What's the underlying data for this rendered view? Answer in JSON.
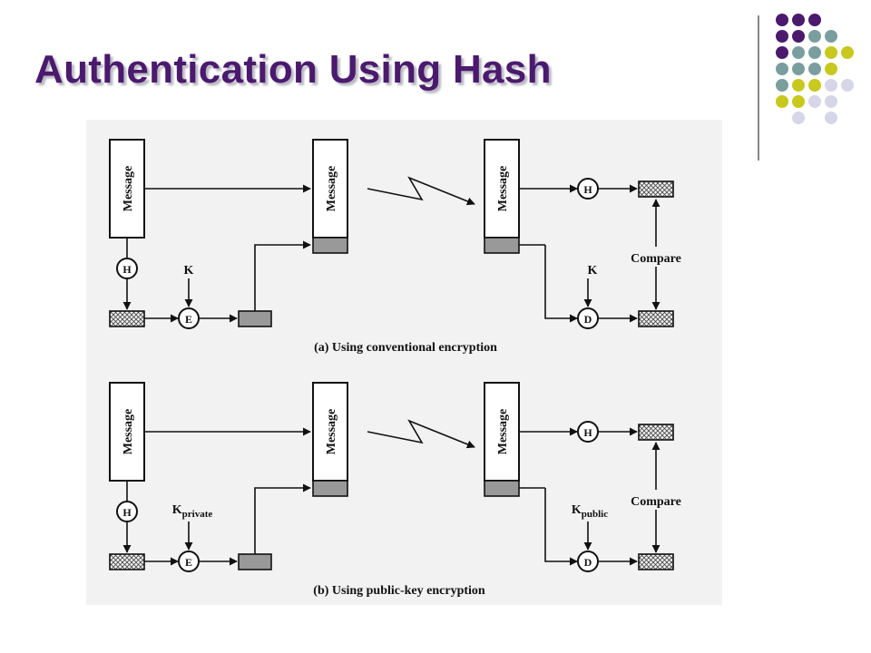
{
  "title": "Authentication Using Hash",
  "colors": {
    "title": "#4b1a6e",
    "dot_purple": "#4b1a6e",
    "dot_teal": "#7a9e9e",
    "dot_olive": "#c8c81e",
    "dot_lavender": "#d6d6e8"
  },
  "diagram": {
    "a": {
      "caption": "(a) Using conventional encryption",
      "message": "Message",
      "hash": "H",
      "encrypt": "E",
      "decrypt": "D",
      "key_label": "K",
      "key_label_recv": "K",
      "key_sub": "",
      "key_sub_recv": "",
      "compare": "Compare"
    },
    "b": {
      "caption": "(b) Using public-key encryption",
      "message": "Message",
      "hash": "H",
      "encrypt": "E",
      "decrypt": "D",
      "key_label": "K",
      "key_sub": "private",
      "key_label_recv": "K",
      "key_sub_recv": "public",
      "compare": "Compare"
    }
  }
}
